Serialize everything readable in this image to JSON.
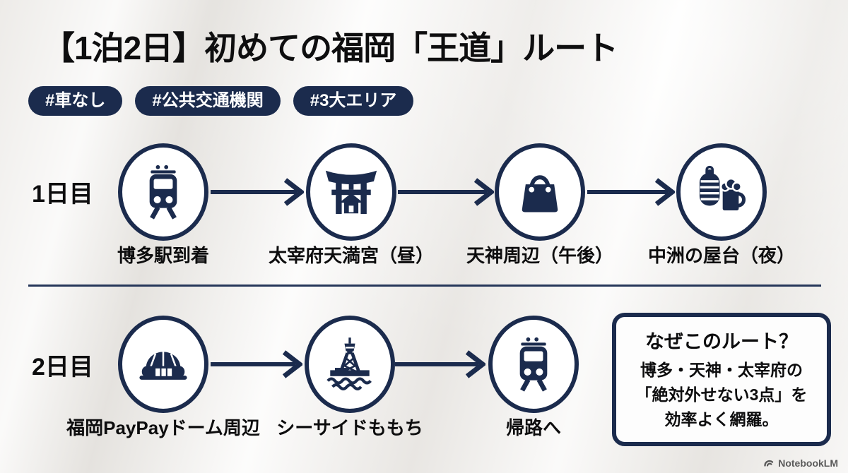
{
  "title": "【1泊2日】初めての福岡「王道」ルート",
  "tags": [
    {
      "label": "#車なし"
    },
    {
      "label": "#公共交通機関"
    },
    {
      "label": "#3大エリア"
    }
  ],
  "days": [
    {
      "label": "1日目",
      "stops": [
        {
          "label": "博多駅到着",
          "icon": "train-icon"
        },
        {
          "label": "太宰府天満宮（昼）",
          "icon": "torii-shrine-icon"
        },
        {
          "label": "天神周辺（午後）",
          "icon": "shopping-bag-icon"
        },
        {
          "label": "中洲の屋台（夜）",
          "icon": "lantern-beer-icon"
        }
      ]
    },
    {
      "label": "2日目",
      "stops": [
        {
          "label": "福岡PayPayドーム周辺",
          "icon": "dome-icon"
        },
        {
          "label": "シーサイドももち",
          "icon": "seaside-tower-icon"
        },
        {
          "label": "帰路へ",
          "icon": "train-icon"
        }
      ]
    }
  ],
  "callout": {
    "title": "なぜこのルート？",
    "body_lines": [
      "博多・天神・太宰府の",
      "「絶対外せない3点」を",
      "効率よく網羅。"
    ]
  },
  "watermark": {
    "label": "NotebookLM"
  },
  "colors": {
    "accent_navy": "#1b2b4d",
    "title_black": "#0e0e0f",
    "background": "#edebe8",
    "node_fill": "#ffffff"
  }
}
